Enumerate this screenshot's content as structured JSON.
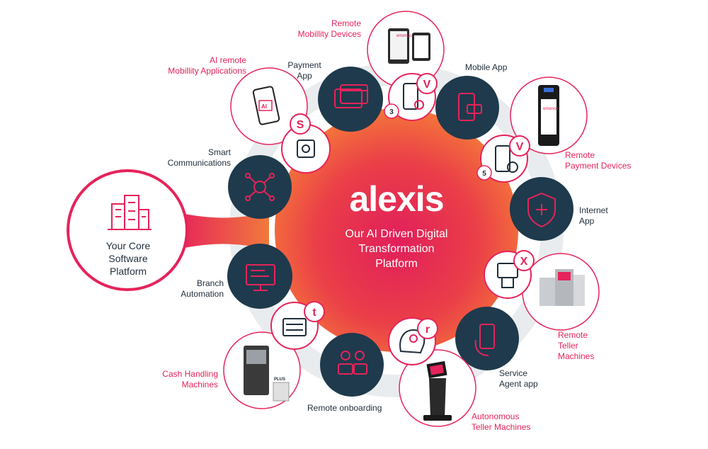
{
  "brand": "alexis",
  "tagline": "Our AI Driven Digital\nTransformation\nPlatform",
  "core_platform": "Your Core\nSoftware\nPlatform",
  "colors": {
    "pink": "#e6235a",
    "red": "#e8463b",
    "orange": "#f07a3c",
    "navy": "#1e3a4c",
    "ring": "#e9ecef"
  },
  "badges": {
    "s": "S",
    "v1": "V",
    "v1_num": "3",
    "v2": "V",
    "v2_num": "5",
    "x": "X",
    "r": "r",
    "t": "t"
  },
  "device_text": {
    "emenco": "emenco",
    "plus": "PLUS",
    "ai": "AI"
  },
  "labels": {
    "payment_app": "Payment\nApp",
    "mobile_app": "Mobile App",
    "internet_app": "Internet\nApp",
    "service_agent_app": "Service\nAgent app",
    "remote_onboarding": "Remote onboarding",
    "branch_automation": "Branch\nAutomation",
    "smart_communications": "Smart\nCommunications",
    "remote_mobility_devices": "Remote\nMobillity Devices",
    "ai_remote_mobility_apps": "AI remote\nMobillity Applications",
    "remote_payment_devices": "Remote\nPayment Devices",
    "remote_teller_machines": "Remote\nTeller\nMachines",
    "autonomous_teller_machines": "Autonomous\nTeller Machines",
    "cash_handling_machines": "Cash Handling\nMachines"
  }
}
